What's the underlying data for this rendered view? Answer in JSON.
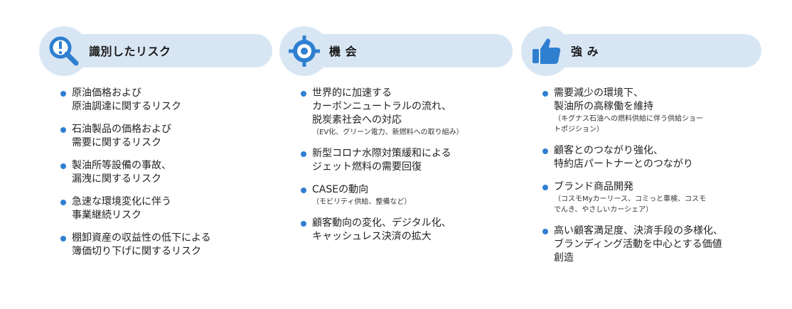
{
  "colors": {
    "accent": "#2f7fd1",
    "header_bg": "#d8e6f4",
    "text": "#222222"
  },
  "columns": [
    {
      "icon": "magnifier-alert-icon",
      "title": "識別したリスク",
      "items": [
        {
          "lines": [
            "原油価格および",
            "原油調達に関するリスク"
          ],
          "notes": []
        },
        {
          "lines": [
            "石油製品の価格および",
            "需要に関するリスク"
          ],
          "notes": []
        },
        {
          "lines": [
            "製油所等設備の事故、",
            "漏洩に関するリスク"
          ],
          "notes": []
        },
        {
          "lines": [
            "急速な環境変化に伴う",
            "事業継続リスク"
          ],
          "notes": []
        },
        {
          "lines": [
            "棚卸資産の収益性の低下による",
            "簿価切り下げに関するリスク"
          ],
          "notes": []
        }
      ]
    },
    {
      "icon": "crosshair-target-icon",
      "title": "機 会",
      "items": [
        {
          "lines": [
            "世界的に加速する",
            "カーボンニュートラルの流れ、",
            "脱炭素社会への対応"
          ],
          "notes": [
            "（EV化、グリーン電力、新燃料への取り組み）"
          ]
        },
        {
          "lines": [
            "新型コロナ水際対策緩和による",
            "ジェット燃料の需要回復"
          ],
          "notes": []
        },
        {
          "lines": [
            "CASEの動向"
          ],
          "notes": [
            "（モビリティ供給、整備など）"
          ]
        },
        {
          "lines": [
            "顧客動向の変化、デジタル化、",
            "キャッシュレス決済の拡大"
          ],
          "notes": []
        }
      ]
    },
    {
      "icon": "thumbs-up-icon",
      "title": "強 み",
      "items": [
        {
          "lines": [
            "需要減少の環境下、",
            "製油所の高稼働を維持"
          ],
          "notes": [
            "（キグナス石油への燃料供給に伴う供給ショー",
            "トポジション）"
          ]
        },
        {
          "lines": [
            "顧客とのつながり強化、",
            "特約店パートナーとのつながり"
          ],
          "notes": []
        },
        {
          "lines": [
            "ブランド商品開発"
          ],
          "notes": [
            "（コスモMyカーリース、コミっと車検、コスモ",
            "でんき、やさしいカーシェア）"
          ]
        },
        {
          "lines": [
            "高い顧客満足度、決済手段の多様化、",
            "ブランディング活動を中心とする価値",
            "創造"
          ],
          "notes": []
        }
      ]
    }
  ]
}
